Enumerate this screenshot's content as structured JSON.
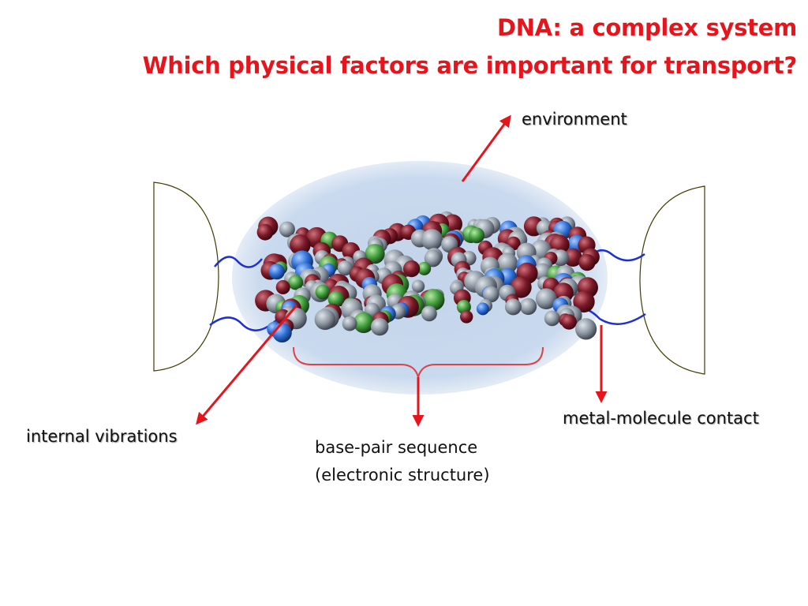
{
  "slide": {
    "title_line1": "DNA: a complex system",
    "title_line2": "Which physical factors are important for transport?"
  },
  "labels": {
    "environment": "environment",
    "internal_vibrations": "internal vibrations",
    "metal_molecule_contact": "metal-molecule contact",
    "base_pair_line1": "base-pair sequence",
    "base_pair_line2": "(electronic structure)"
  },
  "colors": {
    "title": "#e8141c",
    "arrow": "#e8141c",
    "bracket": "#d9454b",
    "electrode": "#b7b200",
    "electrode_dark": "#8a8600",
    "ellipse": "#c7d7ec",
    "wire": "#1d2fd6",
    "atom_carbon": "#8e98a3",
    "atom_oxygen": "#7a1a28",
    "atom_nitrogen": "#2f6fd8",
    "atom_phosphorus": "#3f9a3a"
  }
}
